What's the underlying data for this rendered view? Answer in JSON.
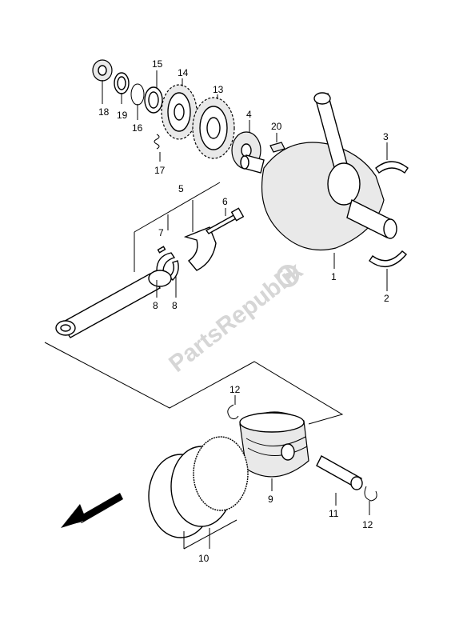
{
  "watermark": "PartsRepublik",
  "callouts": {
    "c1": "1",
    "c2": "2",
    "c3": "3",
    "c4": "4",
    "c5": "5",
    "c6": "6",
    "c7": "7",
    "c8a": "8",
    "c8b": "8",
    "c9": "9",
    "c10": "10",
    "c11": "11",
    "c12a": "12",
    "c12b": "12",
    "c13": "13",
    "c14": "14",
    "c15": "15",
    "c16": "16",
    "c17": "17",
    "c18": "18",
    "c19": "19",
    "c20": "20"
  }
}
